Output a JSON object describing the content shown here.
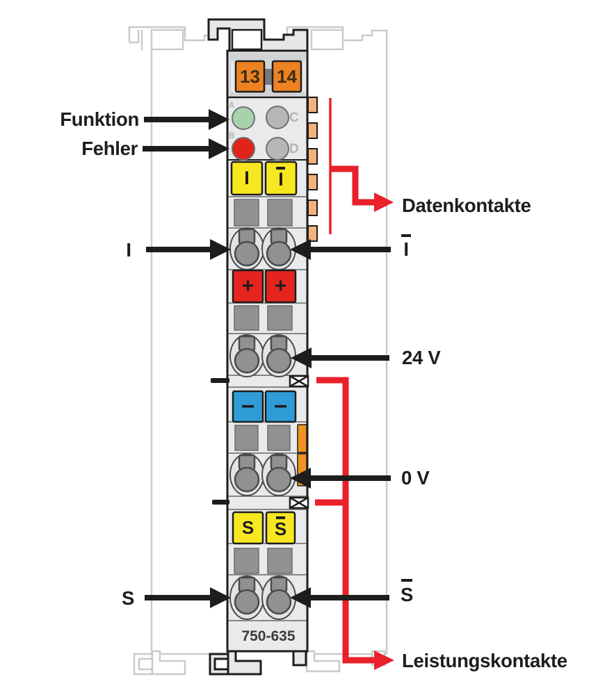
{
  "labels": {
    "funktion": "Funktion",
    "fehler": "Fehler",
    "datenkontakte": "Datenkontakte",
    "signal": "I",
    "signal_inverted": "I",
    "supply_24v": "24 V",
    "supply_0v": "0 V",
    "shield": "S",
    "shield_inverted": "S",
    "leistungskontakte": "Leistungskontakte"
  },
  "module": {
    "model": "750-635",
    "power_terminals": [
      "13",
      "14"
    ],
    "led_labels": [
      "A",
      "C",
      "B",
      "D"
    ],
    "terminals": {
      "i": "I",
      "i_bar": "I",
      "plus": "+",
      "minus": "−",
      "s": "S",
      "s_bar": "S"
    }
  },
  "colors": {
    "orange_terminal": "#EE8122",
    "data_contact": "#F2B27C",
    "latch_orange": "#F0931F",
    "led_green": "#A8D2AB",
    "led_red": "#E2231A",
    "led_gray": "#B4B6B8",
    "terminal_yellow": "#F7E720",
    "terminal_red": "#E5231F",
    "terminal_blue": "#2F9CD8",
    "line_red": "#E8212B",
    "ink": "#1D1D1B",
    "body_gray": "#E9EAEB",
    "ghost_gray": "#C9CACB"
  }
}
